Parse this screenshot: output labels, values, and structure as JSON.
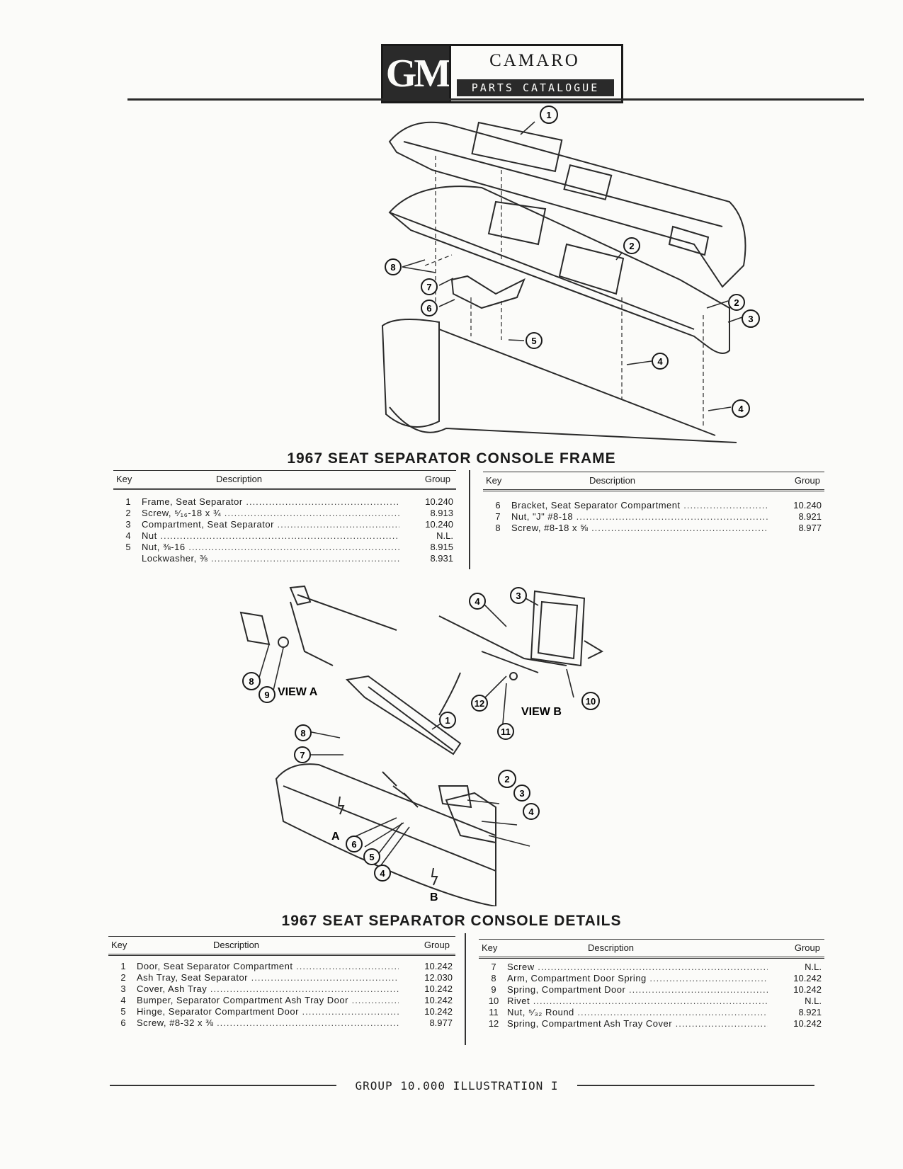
{
  "header": {
    "logo": "GM",
    "title": "CAMARO",
    "subtitle": "PARTS CATALOGUE"
  },
  "frame": {
    "title": "1967  SEAT  SEPARATOR  CONSOLE  FRAME",
    "columns": {
      "key": "Key",
      "description": "Description",
      "group": "Group"
    },
    "left_rows": [
      {
        "key": "1",
        "description": "Frame, Seat Separator",
        "group": "10.240"
      },
      {
        "key": "2",
        "description": "Screw, ⁵⁄₁₆-18 x ¾",
        "group": "8.913"
      },
      {
        "key": "3",
        "description": "Compartment, Seat Separator",
        "group": "10.240"
      },
      {
        "key": "4",
        "description": "Nut",
        "group": "N.L."
      },
      {
        "key": "5",
        "description": "Nut, ⅜-16",
        "group": "8.915"
      },
      {
        "key": "",
        "description": "Lockwasher, ⅜",
        "group": "8.931"
      }
    ],
    "right_rows": [
      {
        "key": "6",
        "description": "Bracket, Seat Separator Compartment",
        "group": "10.240"
      },
      {
        "key": "7",
        "description": "Nut, \"J\" #8-18",
        "group": "8.921"
      },
      {
        "key": "8",
        "description": "Screw, #8-18 x ⅝",
        "group": "8.977"
      }
    ]
  },
  "details": {
    "title": "1967  SEAT  SEPARATOR  CONSOLE  DETAILS",
    "columns": {
      "key": "Key",
      "description": "Description",
      "group": "Group"
    },
    "left_rows": [
      {
        "key": "1",
        "description": "Door, Seat Separator Compartment",
        "group": "10.242"
      },
      {
        "key": "2",
        "description": "Ash Tray, Seat Separator",
        "group": "12.030"
      },
      {
        "key": "3",
        "description": "Cover, Ash Tray",
        "group": "10.242"
      },
      {
        "key": "4",
        "description": "Bumper, Separator Compartment Ash Tray Door",
        "group": "10.242"
      },
      {
        "key": "5",
        "description": "Hinge, Separator Compartment Door",
        "group": "10.242"
      },
      {
        "key": "6",
        "description": "Screw, #8-32 x ⅜",
        "group": "8.977"
      }
    ],
    "right_rows": [
      {
        "key": "7",
        "description": "Screw",
        "group": "N.L."
      },
      {
        "key": "8",
        "description": "Arm, Compartment Door Spring",
        "group": "10.242"
      },
      {
        "key": "9",
        "description": "Spring, Compartment Door",
        "group": "10.242"
      },
      {
        "key": "10",
        "description": "Rivet",
        "group": "N.L."
      },
      {
        "key": "11",
        "description": "Nut, ⁵⁄₃₂ Round",
        "group": "8.921"
      },
      {
        "key": "12",
        "description": "Spring, Compartment Ash Tray Cover",
        "group": "10.242"
      }
    ]
  },
  "illustration_labels": {
    "view_a": "VIEW A",
    "view_b": "VIEW B",
    "arrow_a": "A",
    "arrow_b": "B"
  },
  "footer": "GROUP 10.000 ILLUSTRATION I"
}
